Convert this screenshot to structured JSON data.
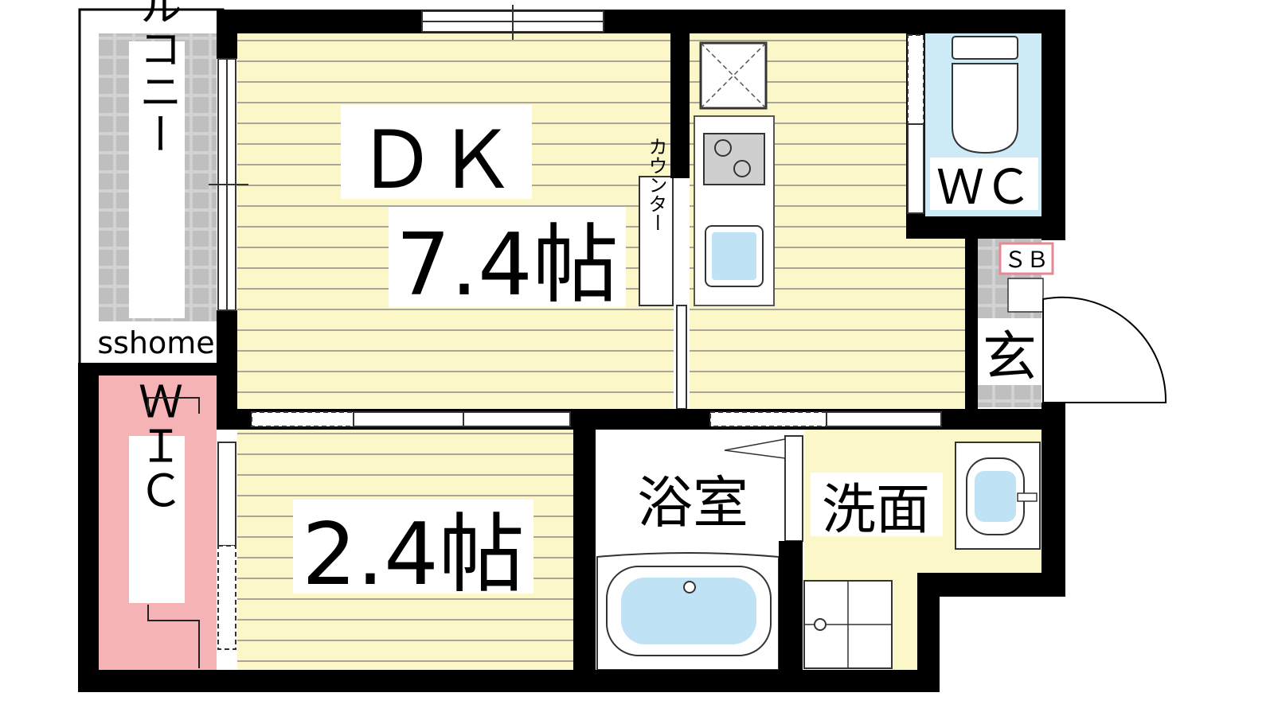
{
  "floorplan": {
    "rooms": {
      "dk": {
        "name": "ＤＫ",
        "size": "7.4帖"
      },
      "western": {
        "size": "2.4帖"
      },
      "balcony": {
        "name": "バルコニー"
      },
      "wic": {
        "name": "ＷＩＣ"
      },
      "wc": {
        "name": "ＷＣ"
      },
      "entrance": {
        "name": "玄"
      },
      "shoe_box": {
        "name": "ＳＢ"
      },
      "bath": {
        "name": "浴室"
      },
      "washroom": {
        "name": "洗面"
      },
      "counter": {
        "name": "カウンター"
      }
    },
    "watermark": "sshome"
  },
  "colors": {
    "wall": "#000000",
    "floor_wood": "#fbf7c9",
    "floor_lines": "#9b9b9b",
    "wic_floor": "#f6b3b5",
    "wc_floor": "#cdeaf7",
    "water_blue": "#bfe3f4",
    "tile": "#cfcfcf",
    "washroom_floor": "#fbf7c9"
  }
}
